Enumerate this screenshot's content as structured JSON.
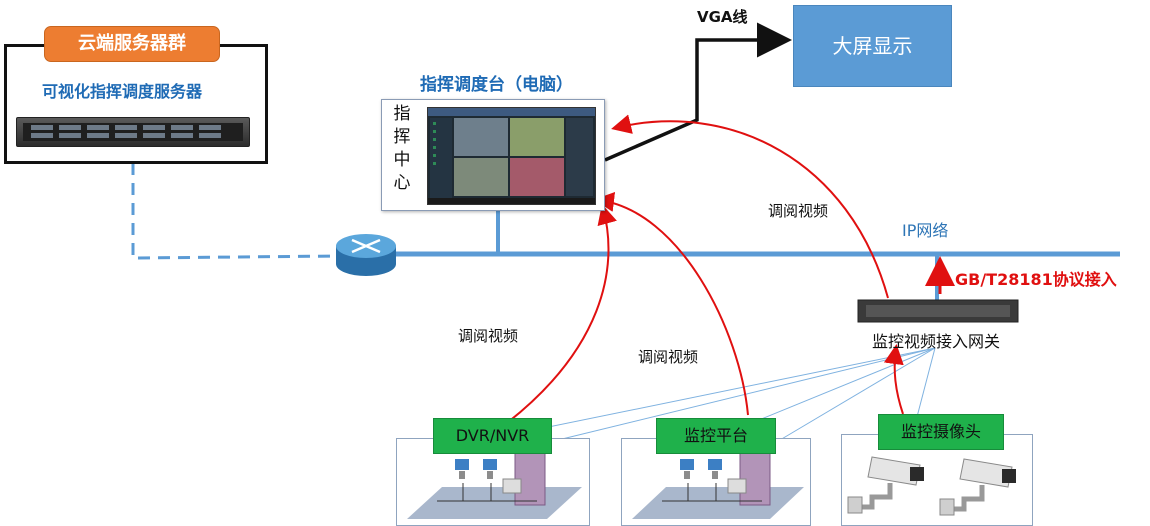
{
  "cloud": {
    "title": "云端服务器群",
    "subtitle": "可视化指挥调度服务器"
  },
  "command": {
    "title": "指挥调度台（电脑）",
    "vertical_text": "指挥中心"
  },
  "bigscreen": {
    "label": "大屏显示"
  },
  "vga": {
    "label": "VGA线"
  },
  "network": {
    "ip_label": "IP网络",
    "protocol_label": "GB/T28181协议接入"
  },
  "gateway": {
    "label": "监控视频接入网关"
  },
  "flows": {
    "view1": "调阅视频",
    "view2": "调阅视频",
    "view3": "调阅视频"
  },
  "sources": {
    "dvr": "DVR/NVR",
    "platform": "监控平台",
    "camera": "监控摄像头"
  },
  "colors": {
    "accent_blue": "#5b9bd5",
    "cloud_orange": "#ed7d31",
    "source_green": "#1fb14b",
    "flow_red": "#e01010"
  }
}
